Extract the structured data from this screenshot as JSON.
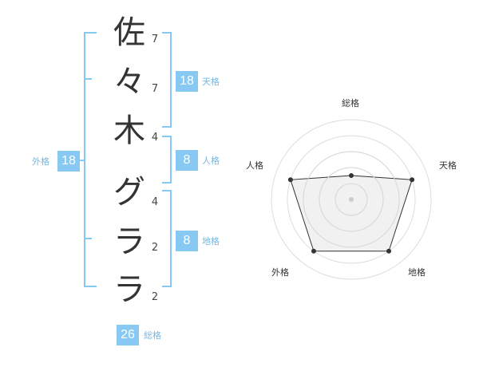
{
  "name_chars": [
    {
      "char": "佐",
      "strokes": "7"
    },
    {
      "char": "々",
      "strokes": "7"
    },
    {
      "char": "木",
      "strokes": "4"
    },
    {
      "char": "グ",
      "strokes": "4"
    },
    {
      "char": "ラ",
      "strokes": "2"
    },
    {
      "char": "ラ",
      "strokes": "2"
    }
  ],
  "kakusu": {
    "tenkaku": {
      "value": "18",
      "label": "天格"
    },
    "jinkaku": {
      "value": "8",
      "label": "人格"
    },
    "chikaku": {
      "value": "8",
      "label": "地格"
    },
    "gaikaku": {
      "value": "18",
      "label": "外格"
    },
    "soukaku": {
      "value": "26",
      "label": "総格"
    }
  },
  "radar": {
    "axes": [
      "総格",
      "天格",
      "地格",
      "外格",
      "人格"
    ],
    "values": [
      0.3,
      0.8,
      0.8,
      0.8,
      0.8
    ],
    "fill_color": "#eeeeee",
    "line_color": "#333333"
  }
}
